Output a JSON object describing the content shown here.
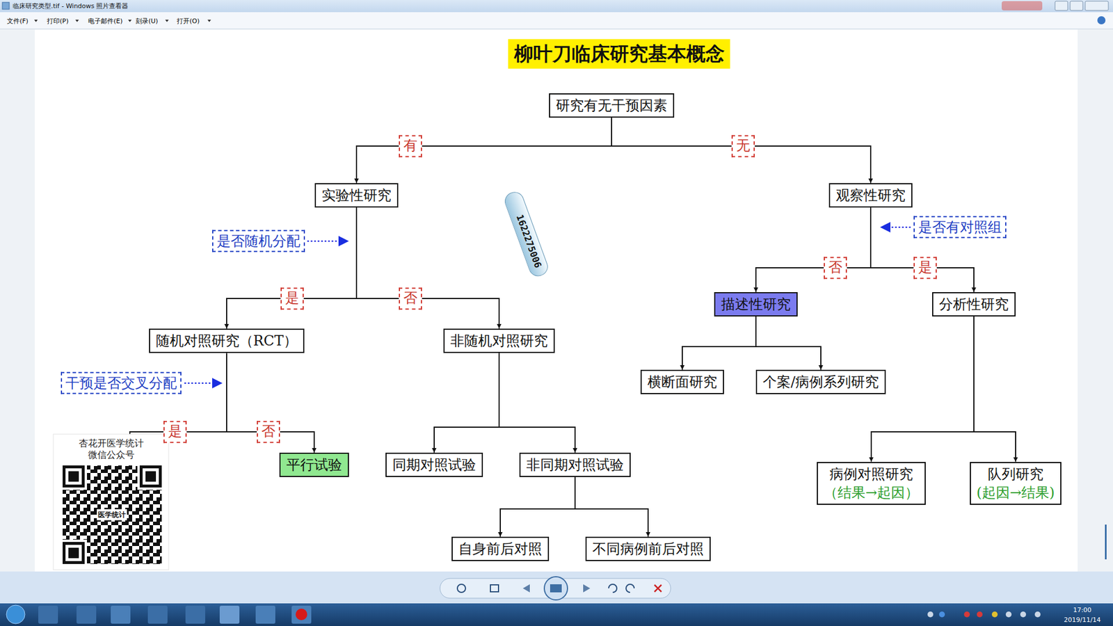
{
  "diagram": {
    "title": "柳叶刀临床研究基本概念",
    "nodes": [
      {
        "text": [
          "研究有无干预因素"
        ]
      },
      {
        "text": [
          "实验性研究"
        ]
      },
      {
        "text": [
          "观察性研究"
        ]
      },
      {
        "text": [
          "随机对照研究（RCT）"
        ]
      },
      {
        "text": [
          "非随机对照研究"
        ]
      },
      {
        "text": [
          "描述性研究"
        ]
      },
      {
        "text": [
          "分析性研究"
        ]
      },
      {
        "text": [
          "横断面研究"
        ]
      },
      {
        "text": [
          "个案/病例系列研究"
        ]
      },
      {
        "text": [
          "平行试验"
        ]
      },
      {
        "text": [
          "同期对照试验"
        ]
      },
      {
        "text": [
          "非同期对照试验"
        ]
      },
      {
        "text": [
          "病例对照研究",
          "（结果→起因）"
        ]
      },
      {
        "text": [
          "队列研究",
          "(起因→结果)"
        ]
      },
      {
        "text": [
          "自身前后对照"
        ]
      },
      {
        "text": [
          "不同病例前后对照"
        ]
      }
    ],
    "edges": [
      {
        "from": 0,
        "to": 1,
        "label": "有",
        "arrow": "to"
      },
      {
        "from": 0,
        "to": 2,
        "label": "无",
        "arrow": "to"
      },
      {
        "from": 1,
        "to": 3,
        "label": "是",
        "arrow": "to"
      },
      {
        "from": 1,
        "to": 4,
        "label": "否",
        "arrow": "to"
      },
      {
        "from": 2,
        "to": 5,
        "label": "否",
        "arrow": "to"
      },
      {
        "from": 2,
        "to": 6,
        "label": "是",
        "arrow": "to"
      },
      {
        "from": 3,
        "to": 9,
        "label": "否",
        "arrow": "to"
      },
      {
        "from": 4,
        "to": 10,
        "arrow": "to"
      },
      {
        "from": 4,
        "to": 11,
        "arrow": "to"
      },
      {
        "from": 5,
        "to": 7,
        "arrow": "to"
      },
      {
        "from": 5,
        "to": 8,
        "arrow": "to"
      },
      {
        "from": 6,
        "to": 12,
        "arrow": "to"
      },
      {
        "from": 6,
        "to": 13,
        "arrow": "to"
      },
      {
        "from": 11,
        "to": 14,
        "arrow": "to"
      },
      {
        "from": 11,
        "to": 15,
        "arrow": "to"
      }
    ],
    "labels": [
      "临床研究类型.tif - Windows 照片查看器",
      "文件(F)",
      "打印(P)",
      "电子邮件(E)",
      "刻录(U)",
      "打开(O)",
      "是否随机分配",
      "干预是否交叉分配",
      "是否有对照组",
      "是",
      "1622275006",
      "杏花开医学统计",
      "微信公众号",
      "医学统计",
      "17:00",
      "2019/11/14"
    ]
  }
}
